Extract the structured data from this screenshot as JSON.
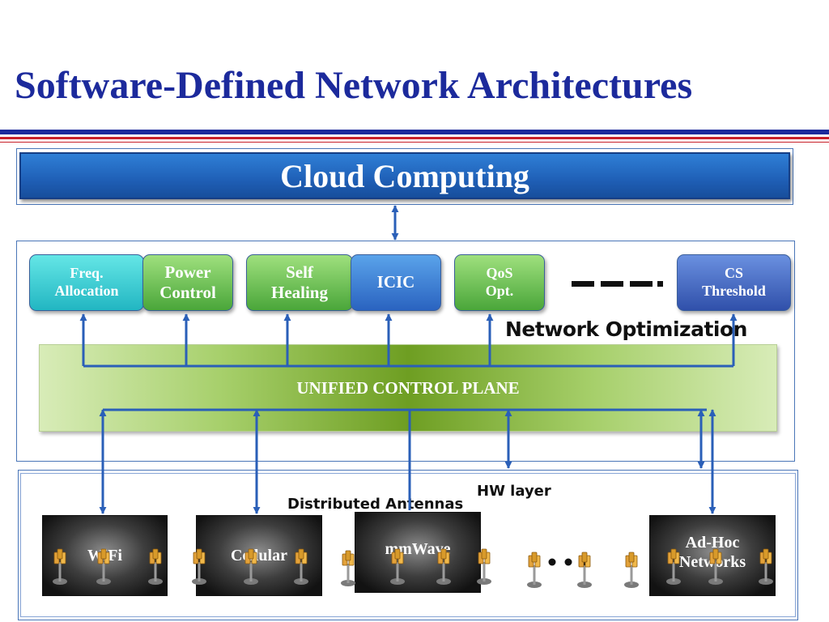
{
  "title": "Software-Defined Network Architectures",
  "colors": {
    "title": "#1c2a9c",
    "rule_navy": "#1c2a9c",
    "rule_red": "#c8202a",
    "arrow": "#2a5fb8",
    "cloud": "#1f5fb6",
    "ucp": "#6e9e22"
  },
  "cloud": {
    "label": "Cloud Computing"
  },
  "functions": [
    {
      "label": "Freq.\nAllocation",
      "style": "teal"
    },
    {
      "label": "Power\nControl",
      "style": "green"
    },
    {
      "label": "Self\nHealing",
      "style": "green"
    },
    {
      "label": "ICIC",
      "style": "blue"
    },
    {
      "label": "QoS\nOpt.",
      "style": "green"
    },
    {
      "label": "CS\nThreshold",
      "style": "navy"
    }
  ],
  "network_optimization": {
    "label": "Network Optimization"
  },
  "control_plane": {
    "label": "UNIFIED CONTROL PLANE"
  },
  "hw": {
    "layer_label": "HW layer",
    "distributed_antennas_label": "Distributed Antennas",
    "networks": [
      {
        "label": "WiFi"
      },
      {
        "label": "Cellular"
      },
      {
        "label": "mmWave"
      },
      {
        "label": "Ad-Hoc\nNetworks"
      }
    ],
    "icon": "antenna-icon"
  }
}
